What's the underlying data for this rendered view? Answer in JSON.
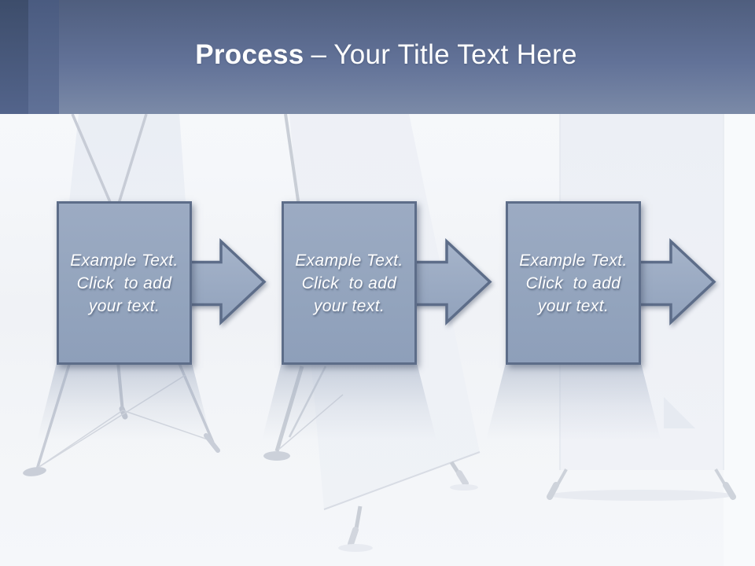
{
  "header": {
    "title_bold": "Process",
    "title_separator": "–",
    "title_rest": "Your Title Text Here",
    "colors": {
      "band_top": "#4f5e7e",
      "band_bottom": "#7b8aa7",
      "stripe1": "#3d4d6b",
      "stripe2": "#4a5b80",
      "title_text": "#ffffff"
    }
  },
  "steps": [
    {
      "lines": [
        "Example Text.",
        "Click  to add",
        "your text."
      ]
    },
    {
      "lines": [
        "Example Text.",
        "Click  to add",
        "your text."
      ]
    },
    {
      "lines": [
        "Example Text.",
        "Click  to add",
        "your text."
      ]
    }
  ],
  "shapes": {
    "box_fill": "#93a4bd",
    "box_border": "#5d6d89",
    "arrow_fill": "#9dacc4",
    "text_color": "#ffffff"
  },
  "background": {
    "color": "#f5f7fa",
    "decor": [
      "x-banner-stand-left",
      "x-banner-stand-middle",
      "rollup-banner-right"
    ]
  }
}
